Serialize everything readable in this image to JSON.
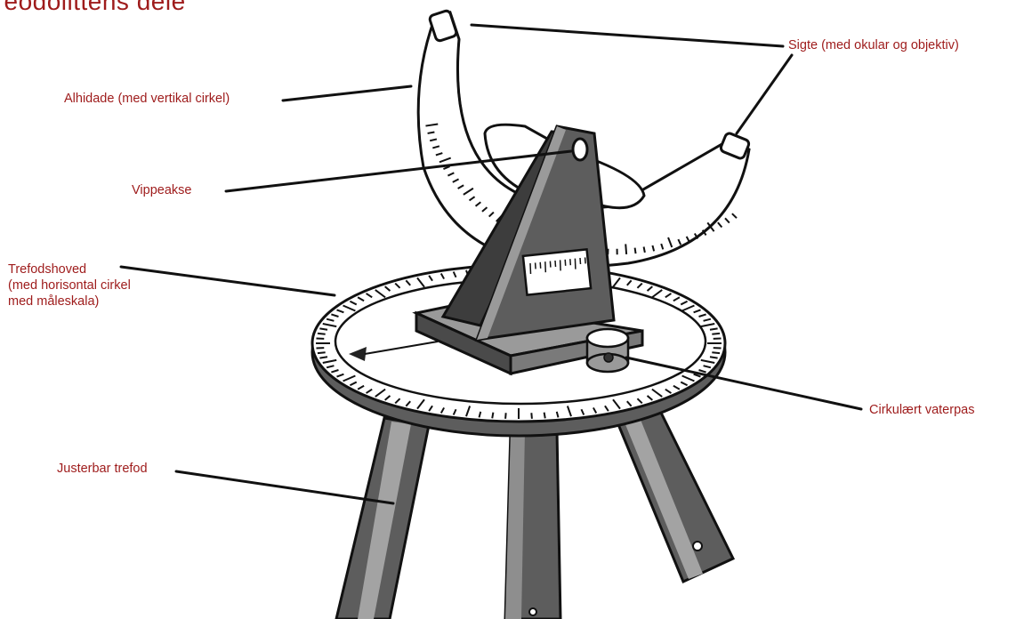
{
  "title": "Teodolittens dele",
  "colors": {
    "label_text": "#9e1b1b",
    "part_fill": "#5d5d5d",
    "part_dark": "#3d3d3d",
    "part_light": "#9a9a9a",
    "outline": "#111111"
  },
  "labels": {
    "sigte": "Sigte (med okular og objektiv)",
    "alhidade": "Alhidade (med vertikal cirkel)",
    "vippeakse": "Vippeakse",
    "trefodshoved": [
      "Trefodshoved",
      "(med horisontal cirkel",
      "med måleskala)"
    ],
    "vaterpas": "Cirkulært vaterpas",
    "trefod": "Justerbar trefod"
  },
  "illustration": {
    "subject": "theodolite on tripod",
    "parts": [
      "vertical-circle",
      "sight",
      "alhidade-support",
      "tilt-axis",
      "horizontal-circle",
      "circular-level",
      "tripod-legs"
    ]
  }
}
